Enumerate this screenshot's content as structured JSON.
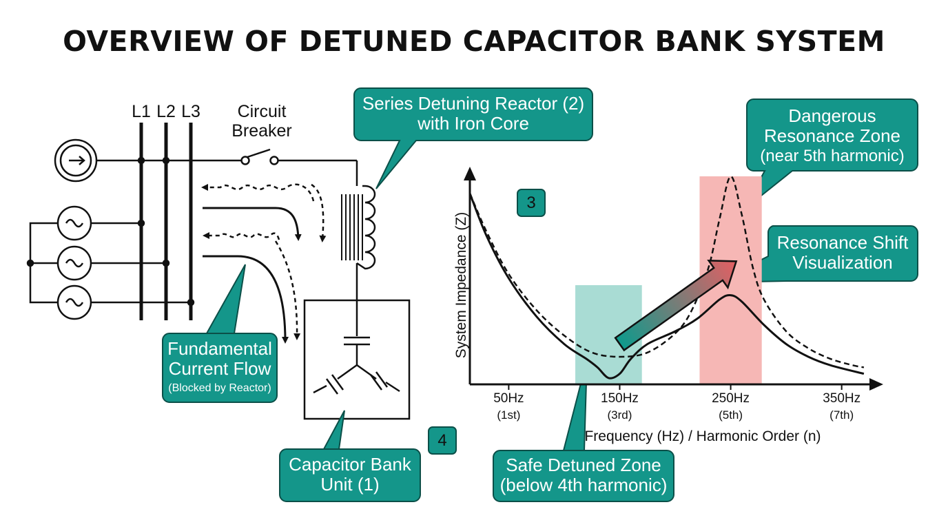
{
  "title": "OVERVIEW OF DETUNED CAPACITOR BANK SYSTEM",
  "colors": {
    "callout_fill": "#14968a",
    "callout_stroke": "#0b4f48",
    "safe_zone": "#a9dcd4",
    "danger_zone": "#f6b7b5",
    "line": "#111111"
  },
  "circuit": {
    "phase_labels": [
      "L1",
      "L2",
      "L3"
    ],
    "breaker_label": [
      "Circuit",
      "Breaker"
    ],
    "current_flow_arrows": "dashed-and-solid"
  },
  "callouts": {
    "reactor": [
      "Series Detuning Reactor (2)",
      "with Iron Core"
    ],
    "fundamental": [
      "Fundamental",
      "Current Flow"
    ],
    "fundamental_note": "(Blocked by Reactor)",
    "capacitor_bank": [
      "Capacitor Bank",
      "Unit (1)"
    ],
    "danger": [
      "Dangerous",
      "Resonance Zone",
      "(near 5th harmonic)"
    ],
    "shift": [
      "Resonance Shift",
      "Visualization"
    ],
    "safe": [
      "Safe Detuned Zone",
      "(below 4th harmonic)"
    ]
  },
  "badges": {
    "three": "3",
    "four": "4"
  },
  "chart_data": {
    "type": "line",
    "xlabel": "Frequency (Hz) / Harmonic Order (n)",
    "ylabel": "System Impedance (Z)",
    "x_ticks": [
      {
        "label": "50Hz",
        "sub": "(1st)",
        "x": 50
      },
      {
        "label": "150Hz",
        "sub": "(3rd)",
        "x": 150
      },
      {
        "label": "250Hz",
        "sub": "(5th)",
        "x": 250
      },
      {
        "label": "350Hz",
        "sub": "(7th)",
        "x": 350
      }
    ],
    "xlim": [
      15,
      380
    ],
    "ylim": [
      0,
      1
    ],
    "zones": [
      {
        "label": "Safe Detuned Zone",
        "x": [
          110,
          170
        ]
      },
      {
        "label": "Dangerous Resonance Zone",
        "x": [
          222,
          278
        ]
      }
    ],
    "series": [
      {
        "style": "dashed",
        "x": [
          15,
          30,
          50,
          75,
          100,
          125,
          150,
          175,
          200,
          215,
          230,
          240,
          250,
          260,
          270,
          280,
          300,
          320,
          340,
          360,
          370
        ],
        "y": [
          0.9,
          0.72,
          0.52,
          0.35,
          0.23,
          0.15,
          0.13,
          0.15,
          0.24,
          0.35,
          0.55,
          0.78,
          0.98,
          0.8,
          0.55,
          0.4,
          0.25,
          0.17,
          0.12,
          0.09,
          0.08
        ]
      },
      {
        "style": "solid",
        "x": [
          15,
          30,
          50,
          75,
          100,
          120,
          130,
          140,
          150,
          160,
          175,
          200,
          220,
          240,
          250,
          260,
          280,
          300,
          320,
          340,
          370
        ],
        "y": [
          0.9,
          0.7,
          0.5,
          0.32,
          0.19,
          0.12,
          0.08,
          0.03,
          0.05,
          0.12,
          0.19,
          0.25,
          0.31,
          0.4,
          0.42,
          0.39,
          0.28,
          0.19,
          0.13,
          0.09,
          0.05
        ]
      }
    ],
    "arrow": {
      "from": [
        255,
        0.58
      ],
      "to": [
        150,
        0.19
      ]
    }
  }
}
